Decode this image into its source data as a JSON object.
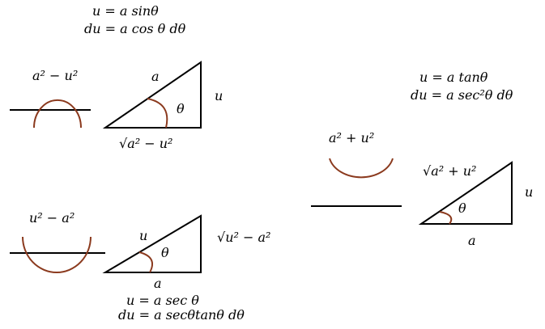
{
  "colors": {
    "arc": "#8b3a1e",
    "line": "#000000",
    "background": "#ffffff"
  },
  "sine_case": {
    "substitution": "u = a sinθ",
    "differential": "du = a cos θ dθ",
    "expression": "a² − u²",
    "hypotenuse_label": "a",
    "opposite_label": "u",
    "adjacent_label": "√a² − u²",
    "angle_label": "θ"
  },
  "tangent_case": {
    "substitution": "u = a tanθ",
    "differential": "du = a sec²θ dθ",
    "expression": "a² + u²",
    "hypotenuse_label": "√a² + u²",
    "opposite_label": "u",
    "adjacent_label": "a",
    "angle_label": "θ"
  },
  "secant_case": {
    "substitution": "u = a sec θ",
    "differential": "du = a secθtanθ dθ",
    "expression": "u² − a²",
    "hypotenuse_label": "u",
    "opposite_label": "√u² − a²",
    "adjacent_label": "a",
    "angle_label": "θ"
  }
}
